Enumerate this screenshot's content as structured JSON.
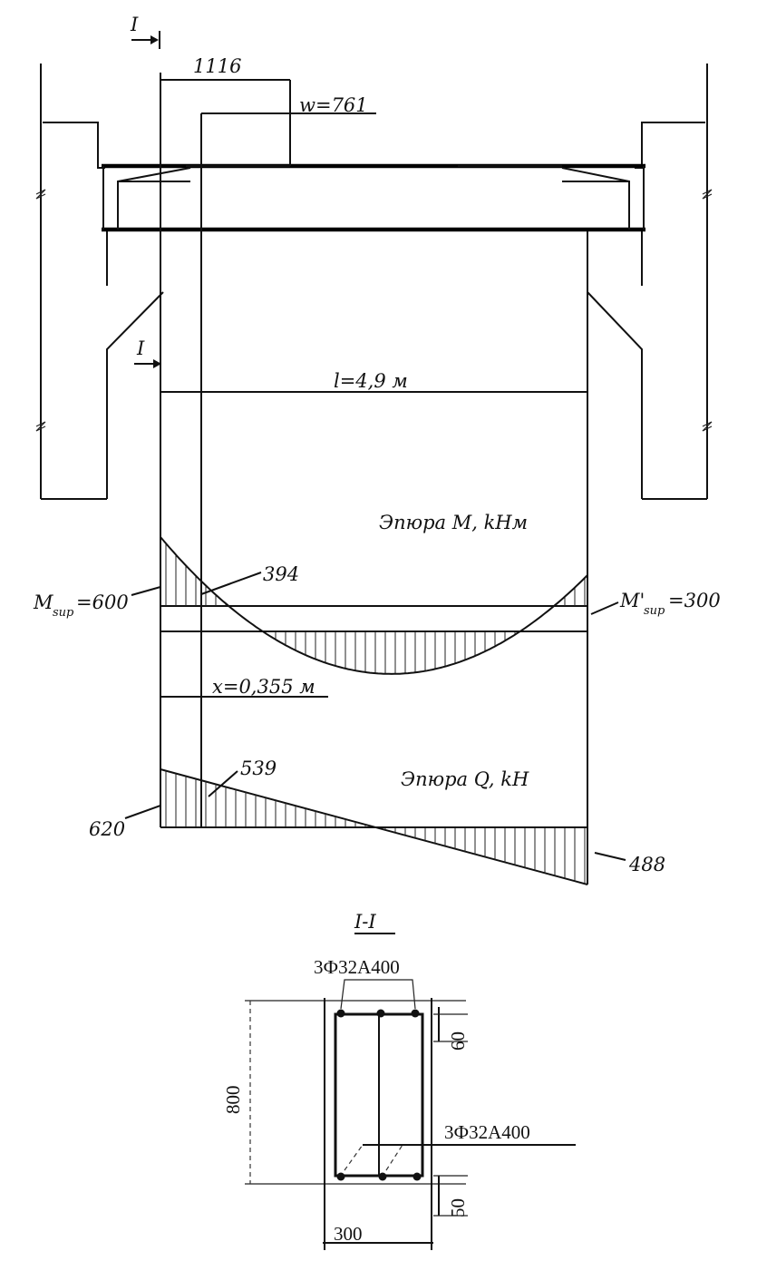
{
  "labels": {
    "section_mark_top": "I",
    "section_mark_mid": "I",
    "dim_1116": "1116",
    "dim_w": "w=761",
    "span": "l=4,9 м",
    "moment_diagram_title": "Эпюра M, kHм",
    "m_sup_left_prefix": "M",
    "m_sup_left_sub": "sup",
    "m_sup_left_value": "=600",
    "m_sup_right_prefix": "M'",
    "m_sup_right_sub": "sup",
    "m_sup_right_value": "=300",
    "m_394": "394",
    "x_dim": "x=0,355 м",
    "shear_diagram_title": "Эпюра Q, kH",
    "q_539": "539",
    "q_620": "620",
    "q_488": "488",
    "section_title": "I-I",
    "rebar_top": "3Ф32A400",
    "rebar_bottom": "3Ф32A400",
    "sec_height": "800",
    "sec_width": "300",
    "sec_top_cover": "60",
    "sec_bottom_cover": "50"
  },
  "colors": {
    "ink": "#111111",
    "paper": "#ffffff"
  }
}
